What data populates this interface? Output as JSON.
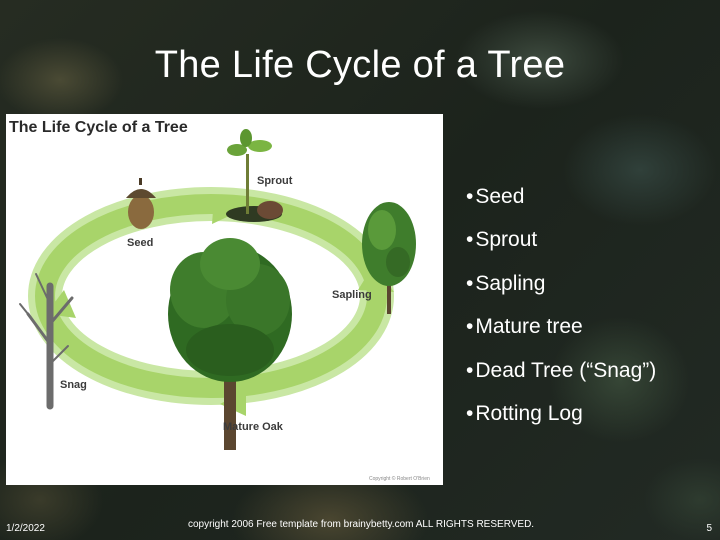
{
  "slide": {
    "title": "The Life Cycle of a Tree",
    "bullets": [
      "Seed",
      "Sprout",
      "Sapling",
      "Mature tree",
      "Dead Tree (“Snag”)",
      "Rotting Log"
    ],
    "footer": {
      "date": "1/2/2022",
      "copyright": "copyright 2006 Free template from brainybetty.com ALL RIGHTS RESERVED.",
      "page_number": "5"
    }
  },
  "diagram": {
    "title": "The Life Cycle of a Tree",
    "labels": {
      "seed": "Seed",
      "sprout": "Sprout",
      "sapling": "Sapling",
      "snag": "Snag",
      "mature_oak": "Mature Oak"
    },
    "credit": "Copyright © Robert O'Brien",
    "colors": {
      "arrow_green": "#a8d46a",
      "foliage_green": "#3f7d2c",
      "trunk_brown": "#5b4630",
      "snag_gray": "#6c6c6c"
    }
  }
}
